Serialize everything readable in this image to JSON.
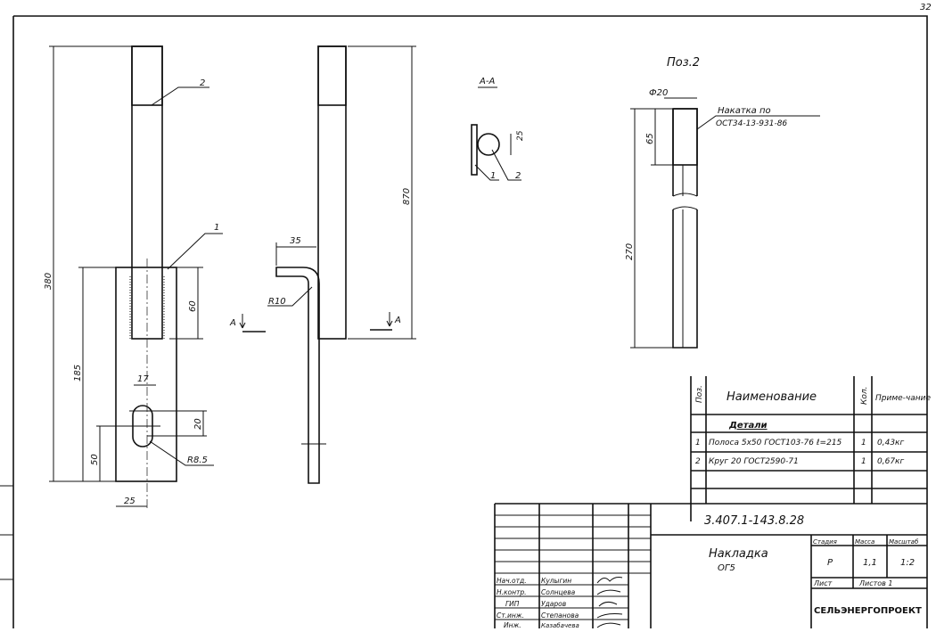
{
  "sheet": {
    "number": "32"
  },
  "main_view": {
    "dims": {
      "total": "380",
      "plate": "185",
      "overlap": "60",
      "slot_pos": "50",
      "slot_w": "17",
      "slot_h": "20",
      "radius": "R8.5",
      "half_w": "25"
    },
    "leaders": {
      "rod": "2",
      "plate": "1"
    }
  },
  "side_view": {
    "dims": {
      "hook": "35",
      "radius": "R10",
      "rod_len": "870"
    },
    "section_mark": "А"
  },
  "section": {
    "label": "А-А",
    "dim": "25",
    "leader_1": "1",
    "leader_2": "2"
  },
  "detail": {
    "title": "Поз.2",
    "diameter": "Ф20",
    "knurl_len": "65",
    "length": "270",
    "note_line1": "Накатка по",
    "note_line2": "ОСТ34-13-931-86"
  },
  "spec_table": {
    "headers": {
      "pos": "Поз.",
      "name": "Наименование",
      "qty": "Кол.",
      "note": "Приме-чание"
    },
    "section_title": "Детали",
    "rows": [
      {
        "pos": "1",
        "name": "Полоса 5x50 ГОСТ103-76 ℓ=215",
        "qty": "1",
        "note": "0,43кг"
      },
      {
        "pos": "2",
        "name": "Круг 20 ГОСТ2590-71",
        "qty": "1",
        "note": "0,67кг"
      }
    ]
  },
  "title_block": {
    "code": "3.407.1-143.8.28",
    "name_line1": "Накладка",
    "name_line2": "ОГ5",
    "stage_label": "Стадия",
    "mass_label": "Масса",
    "scale_label": "Масштаб",
    "stage": "Р",
    "mass": "1,1",
    "scale": "1:2",
    "sheet_label": "Лист",
    "sheets_label": "Листов 1",
    "org": "СЕЛЬЭНЕРГОПРОЕКТ",
    "signers": [
      {
        "role": "Нач.отд.",
        "name": "Кулыгин"
      },
      {
        "role": "Н.контр.",
        "name": "Солнцева"
      },
      {
        "role": "ГИП",
        "name": "Ударов"
      },
      {
        "role": "Ст.инж.",
        "name": "Степанова"
      },
      {
        "role": "Инж.",
        "name": "Казабачева"
      }
    ]
  }
}
